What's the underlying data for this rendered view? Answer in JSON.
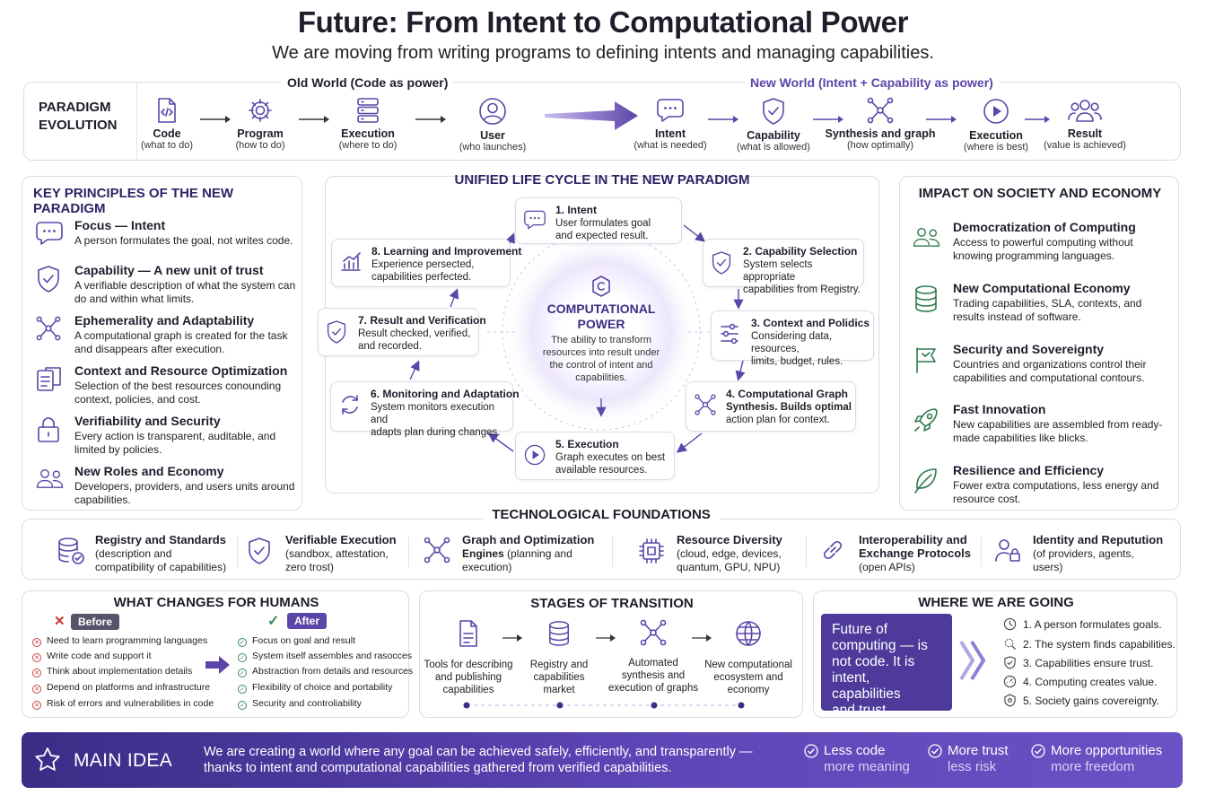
{
  "header": {
    "title": "Future: From Intent to Computational Power",
    "subtitle": "We are moving from writing programs to defining intents and managing capabilities."
  },
  "paradigm": {
    "label_line1": "PARADIGM",
    "label_line2": "EVOLUTION",
    "old_title": "Old World (Code as power)",
    "new_title": "New World (Intent + Capability as power)",
    "old_items": [
      {
        "name": "Code",
        "desc": "(what to do)",
        "icon": "code-file-icon"
      },
      {
        "name": "Program",
        "desc": "(how to do)",
        "icon": "gear-icon"
      },
      {
        "name": "Execution",
        "desc": "(where to do)",
        "icon": "server-icon"
      },
      {
        "name": "User",
        "desc": "(who launches)",
        "icon": "user-icon"
      }
    ],
    "new_items": [
      {
        "name": "Intent",
        "desc": "(what is needed)",
        "icon": "chat-bubble-icon"
      },
      {
        "name": "Capability",
        "desc": "(what is allowed)",
        "icon": "shield-check-icon"
      },
      {
        "name": "Synthesis and graph",
        "desc": "(how optimally)",
        "icon": "graph-nodes-icon"
      },
      {
        "name": "Execution",
        "desc": "(where is best)",
        "icon": "play-icon"
      },
      {
        "name": "Result",
        "desc": "(value is achieved)",
        "icon": "people-icon"
      }
    ]
  },
  "principles": {
    "title": "KEY PRINCIPLES OF THE NEW PARADIGM",
    "items": [
      {
        "title": "Focus — Intent",
        "text": "A person formulates the goal, not writes code.",
        "icon": "chat-bubble-icon"
      },
      {
        "title": "Capability — A new unit of trust",
        "text": "A verifiable description of what the system can do and within what limits.",
        "icon": "shield-check-icon"
      },
      {
        "title": "Ephemerality and Adaptability",
        "text": "A computational graph is created for the task and disappears after execution.",
        "icon": "graph-nodes-icon"
      },
      {
        "title": "Context and Resource Optimization",
        "text": "Selection of the best resources conounding context, policies, and cost.",
        "icon": "documents-icon"
      },
      {
        "title": "Verifiability and Security",
        "text": "Every action is transparent, auditable, and limited by policies.",
        "icon": "lock-icon"
      },
      {
        "title": "New Roles and Economy",
        "text": "Developers, providers, and users units around capabilities.",
        "icon": "people-icon"
      }
    ]
  },
  "lifecycle": {
    "title": "UNIFIED LIFE CYCLE IN THE NEW PARADIGM",
    "core_title_1": "COMPUTATIONAL",
    "core_title_2": "POWER",
    "core_text": "The ability to transform resources into result under the control of intent and capabilities.",
    "nodes": [
      {
        "title": "1. Intent",
        "l1": "User formulates goal",
        "l2": "and expected result.",
        "l3": "",
        "icon": "chat-bubble-icon"
      },
      {
        "title": "2. Capability Selection",
        "l1": "System selects appropriate",
        "l2": "capabilities from Registry.",
        "l3": "",
        "icon": "shield-check-icon"
      },
      {
        "title": "3. Context and Polidics",
        "l1": "Considering data, resources,",
        "l2": "limits, budget, rules.",
        "l3": "",
        "icon": "sliders-icon"
      },
      {
        "title": "4. Computational Graph",
        "l1": "Synthesis. Builds optimal",
        "l2": "action plan for context.",
        "l3": "",
        "icon": "graph-nodes-icon"
      },
      {
        "title": "5. Execution",
        "l1": "Graph executes on best",
        "l2": "available resources.",
        "l3": "",
        "icon": "play-icon"
      },
      {
        "title": "6. Monitoring and Adaptation",
        "l1": "System monitors execution and",
        "l2": "adapts plan during changes.",
        "l3": "",
        "icon": "refresh-icon"
      },
      {
        "title": "7. Result and Verification",
        "l1": "Result checked, verified,",
        "l2": "and recorded.",
        "l3": "",
        "icon": "shield-check-icon"
      },
      {
        "title": "8. Learning and Improvement",
        "l1": "Experience persected,",
        "l2": "capabilities perfected.",
        "l3": "",
        "icon": "chart-icon"
      }
    ]
  },
  "impact": {
    "title": "IMPACT ON SOCIETY AND ECONOMY",
    "items": [
      {
        "title": "Democratization of Computing",
        "text": "Access to powerful computing without knowing programming languages.",
        "icon": "people-icon"
      },
      {
        "title": "New Computational Economy",
        "text": "Trading capabilities, SLA, contexts, and results instead of software.",
        "icon": "database-icon"
      },
      {
        "title": "Security and Sovereignty",
        "text": "Countries and organizations control their capabilities and computational contours.",
        "icon": "flag-icon"
      },
      {
        "title": "Fast Innovation",
        "text": "New capabilities are assembled from ready-made capabilities like blicks.",
        "icon": "rocket-icon"
      },
      {
        "title": "Resilience and Efficiency",
        "text": "Fower extra computations, less energy and resource cost.",
        "icon": "leaf-icon"
      }
    ]
  },
  "foundations": {
    "title": "TECHNOLOGICAL FOUNDATIONS",
    "items": [
      {
        "t1": "Registry and Standards",
        "t2": "",
        "x1": "(description and",
        "x2": "compatibility of capabilities)",
        "icon": "database-check-icon"
      },
      {
        "t1": "Verifiable Execution",
        "t2": "",
        "x1": "(sandbox, attestation,",
        "x2": "zero trost)",
        "icon": "shield-check-icon"
      },
      {
        "t1": "Graph and Optimization",
        "t2": "Engines",
        "x1": "(planning and",
        "x2": "execution)",
        "icon": "graph-nodes-icon"
      },
      {
        "t1": "Resource Diversity",
        "t2": "",
        "x1": "(cloud, edge, devices,",
        "x2": "quantum, GPU, NPU)",
        "icon": "chip-icon"
      },
      {
        "t1": "Interoperability and",
        "t2": "Exchange Protocols",
        "x1": "(open APIs)",
        "x2": "",
        "icon": "link-icon"
      },
      {
        "t1": "Identity and Reputution",
        "t2": "",
        "x1": "(of providers, agents,",
        "x2": "users)",
        "icon": "user-lock-icon"
      }
    ]
  },
  "humans": {
    "title": "WHAT CHANGES FOR HUMANS",
    "before_label": "Before",
    "after_label": "After",
    "before": [
      "Need to learn programming languages",
      "Write code and support it",
      "Think about implementation details",
      "Depend on platforms and infrastructure",
      "Risk of errors and vulnerabilities in code"
    ],
    "after": [
      "Focus on goal and result",
      "System itself assembles and rasocces",
      "Abstraction from details and resources",
      "Flexibility of choice and portability",
      "Security and controliability"
    ]
  },
  "stages": {
    "title": "STAGES OF TRANSITION",
    "items": [
      {
        "l1": "Tools for describing",
        "l2": "and publishing",
        "l3": "capabilities",
        "icon": "document-icon"
      },
      {
        "l1": "Registry and",
        "l2": "capabilities",
        "l3": "market",
        "icon": "database-icon"
      },
      {
        "l1": "Automated",
        "l2": "synthesis and",
        "l3": "execution of graphs",
        "icon": "graph-nodes-icon"
      },
      {
        "l1": "New computational",
        "l2": "ecosystem and",
        "l3": "economy",
        "icon": "globe-icon"
      }
    ]
  },
  "going": {
    "title": "WHERE WE ARE GOING",
    "box_l1": "Future of",
    "box_l2": "computing — is",
    "box_l3": "not code. It is",
    "box_l4": "intent, capabilities",
    "box_l5": "and trust.",
    "items": [
      "1. A person formulates goals.",
      "2. The system finds capabilities.",
      "3. Capabilities ensure trust.",
      "4. Computing creates value.",
      "5. Society gains covereignty."
    ]
  },
  "main": {
    "label": "MAIN IDEA",
    "l1": "We are creating a world where any goal can be achieved safely, efficiently, and transparently —",
    "l2": "thanks to intent and computational capabilities gathered from verified capabilities.",
    "points": [
      {
        "a": "Less code",
        "b": "more meaning"
      },
      {
        "a": "More trust",
        "b": "less risk"
      },
      {
        "a": "More opportunities",
        "b": "more freedom"
      }
    ]
  },
  "colors": {
    "accent": "#5b45a8",
    "green": "#2f7a4f",
    "main_bg": "#4d3a9a"
  }
}
